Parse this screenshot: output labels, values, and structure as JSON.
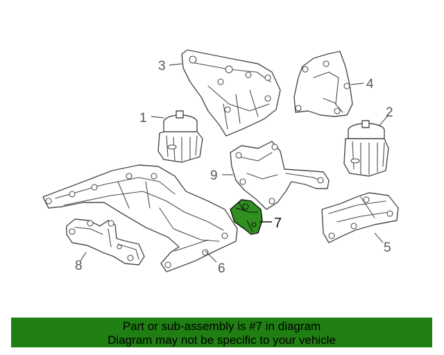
{
  "callouts": {
    "c1": "1",
    "c2": "2",
    "c3": "3",
    "c4": "4",
    "c5": "5",
    "c6": "6",
    "c7": "7",
    "c8": "8",
    "c9": "9"
  },
  "highlight_color": "#2f8f1f",
  "banner": {
    "color": "#1f7f12",
    "line1": "Part or sub-assembly is #7 in diagram",
    "line2": "Diagram may not be specific to your vehicle"
  }
}
